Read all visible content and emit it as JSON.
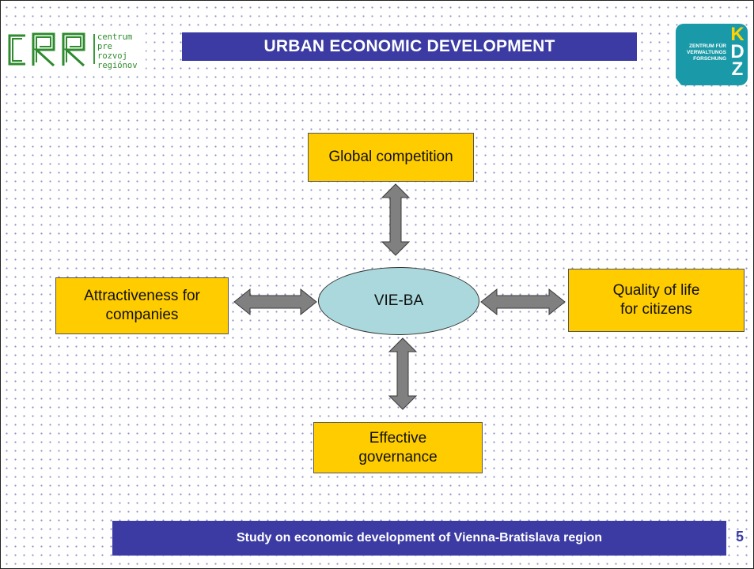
{
  "header": {
    "title": "URBAN ECONOMIC DEVELOPMENT",
    "left_logo": {
      "letters": "CRR",
      "lines": [
        "centrum",
        "pre rozvoj",
        "regiónov"
      ]
    },
    "right_logo": {
      "lines": [
        "ZENTRUM FÜR",
        "VERWALTUNGS",
        "FORSCHUNG"
      ],
      "letters": [
        "K",
        "D",
        "Z"
      ]
    }
  },
  "diagram": {
    "center": "VIE-BA",
    "top": "Global competition",
    "left": [
      "Attractiveness for",
      "companies"
    ],
    "right": [
      "Quality of life",
      "for citizens"
    ],
    "bottom": [
      "Effective",
      "governance"
    ]
  },
  "footer": {
    "text": "Study on economic development of Vienna-Bratislava region",
    "page": "5"
  },
  "colors": {
    "title_bar": "#3b3ba3",
    "box_fill": "#ffcc00",
    "ellipse_fill": "#aad8dc",
    "arrow_fill": "#808080",
    "crr_green": "#2e8b2e",
    "kdz_teal": "#1a9aa8"
  }
}
